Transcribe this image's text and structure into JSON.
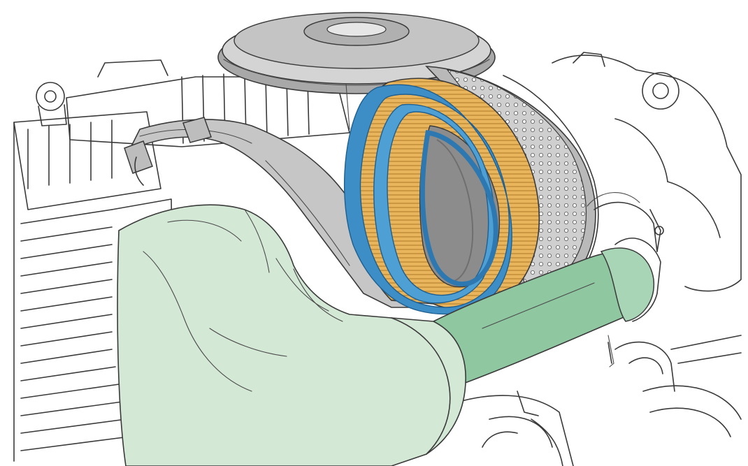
{
  "illustration": {
    "subject": "engine-air-filter-replacement",
    "parts": [
      "housing-cover",
      "filter-element",
      "inner-seal-ring",
      "perforated-outer-screen",
      "hand",
      "engine-block"
    ]
  },
  "colors": {
    "background": "#ffffff",
    "line": "#3a3a3a",
    "cover_gray": "#b5b5b5",
    "cover_highlight": "#dcdcdc",
    "filter_paper": "#e8b45c",
    "filter_paper_line": "#b07a26",
    "seal_blue": "#3d8ec6",
    "seal_blue_dark": "#1f5f8f",
    "screen_gray": "#c7c7c7",
    "hose_gray": "#b9b9b9",
    "hand_green": "#d4e8d6",
    "hose_green": "#8fc7a1"
  }
}
